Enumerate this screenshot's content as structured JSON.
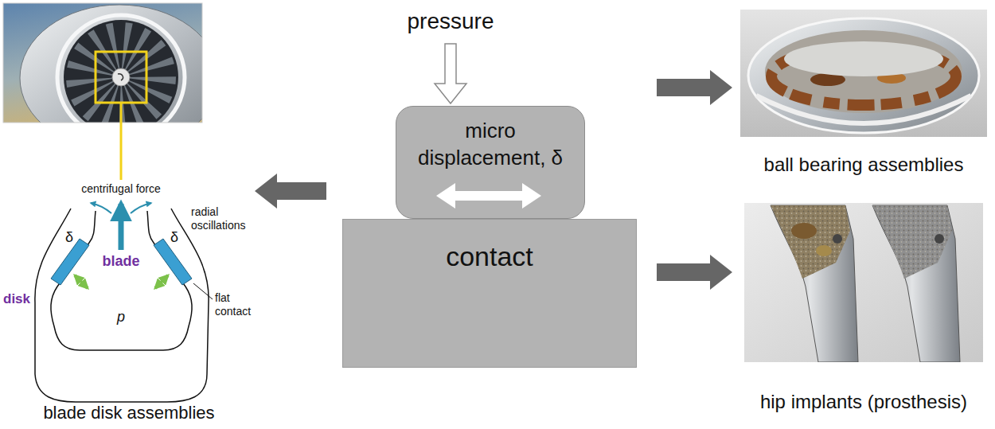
{
  "diagram": {
    "nodes": [
      {
        "text": [
          "micro displacement, δ"
        ]
      },
      {
        "text": [
          "contact"
        ]
      },
      {
        "text": [
          "blade disk assemblies"
        ]
      },
      {
        "text": [
          "ball bearing assemblies"
        ]
      },
      {
        "text": [
          "hip implants (prosthesis)"
        ]
      }
    ],
    "edges": [
      {
        "from": 1,
        "to": 2,
        "arrow": "to"
      },
      {
        "from": 1,
        "to": 3,
        "arrow": "to"
      },
      {
        "from": 1,
        "to": 4,
        "arrow": "to"
      }
    ],
    "labels": [
      "pressure",
      "centrifugal force",
      "radial oscillations",
      "blade",
      "disk",
      "δ",
      "δ",
      "p",
      "flat contact"
    ]
  }
}
